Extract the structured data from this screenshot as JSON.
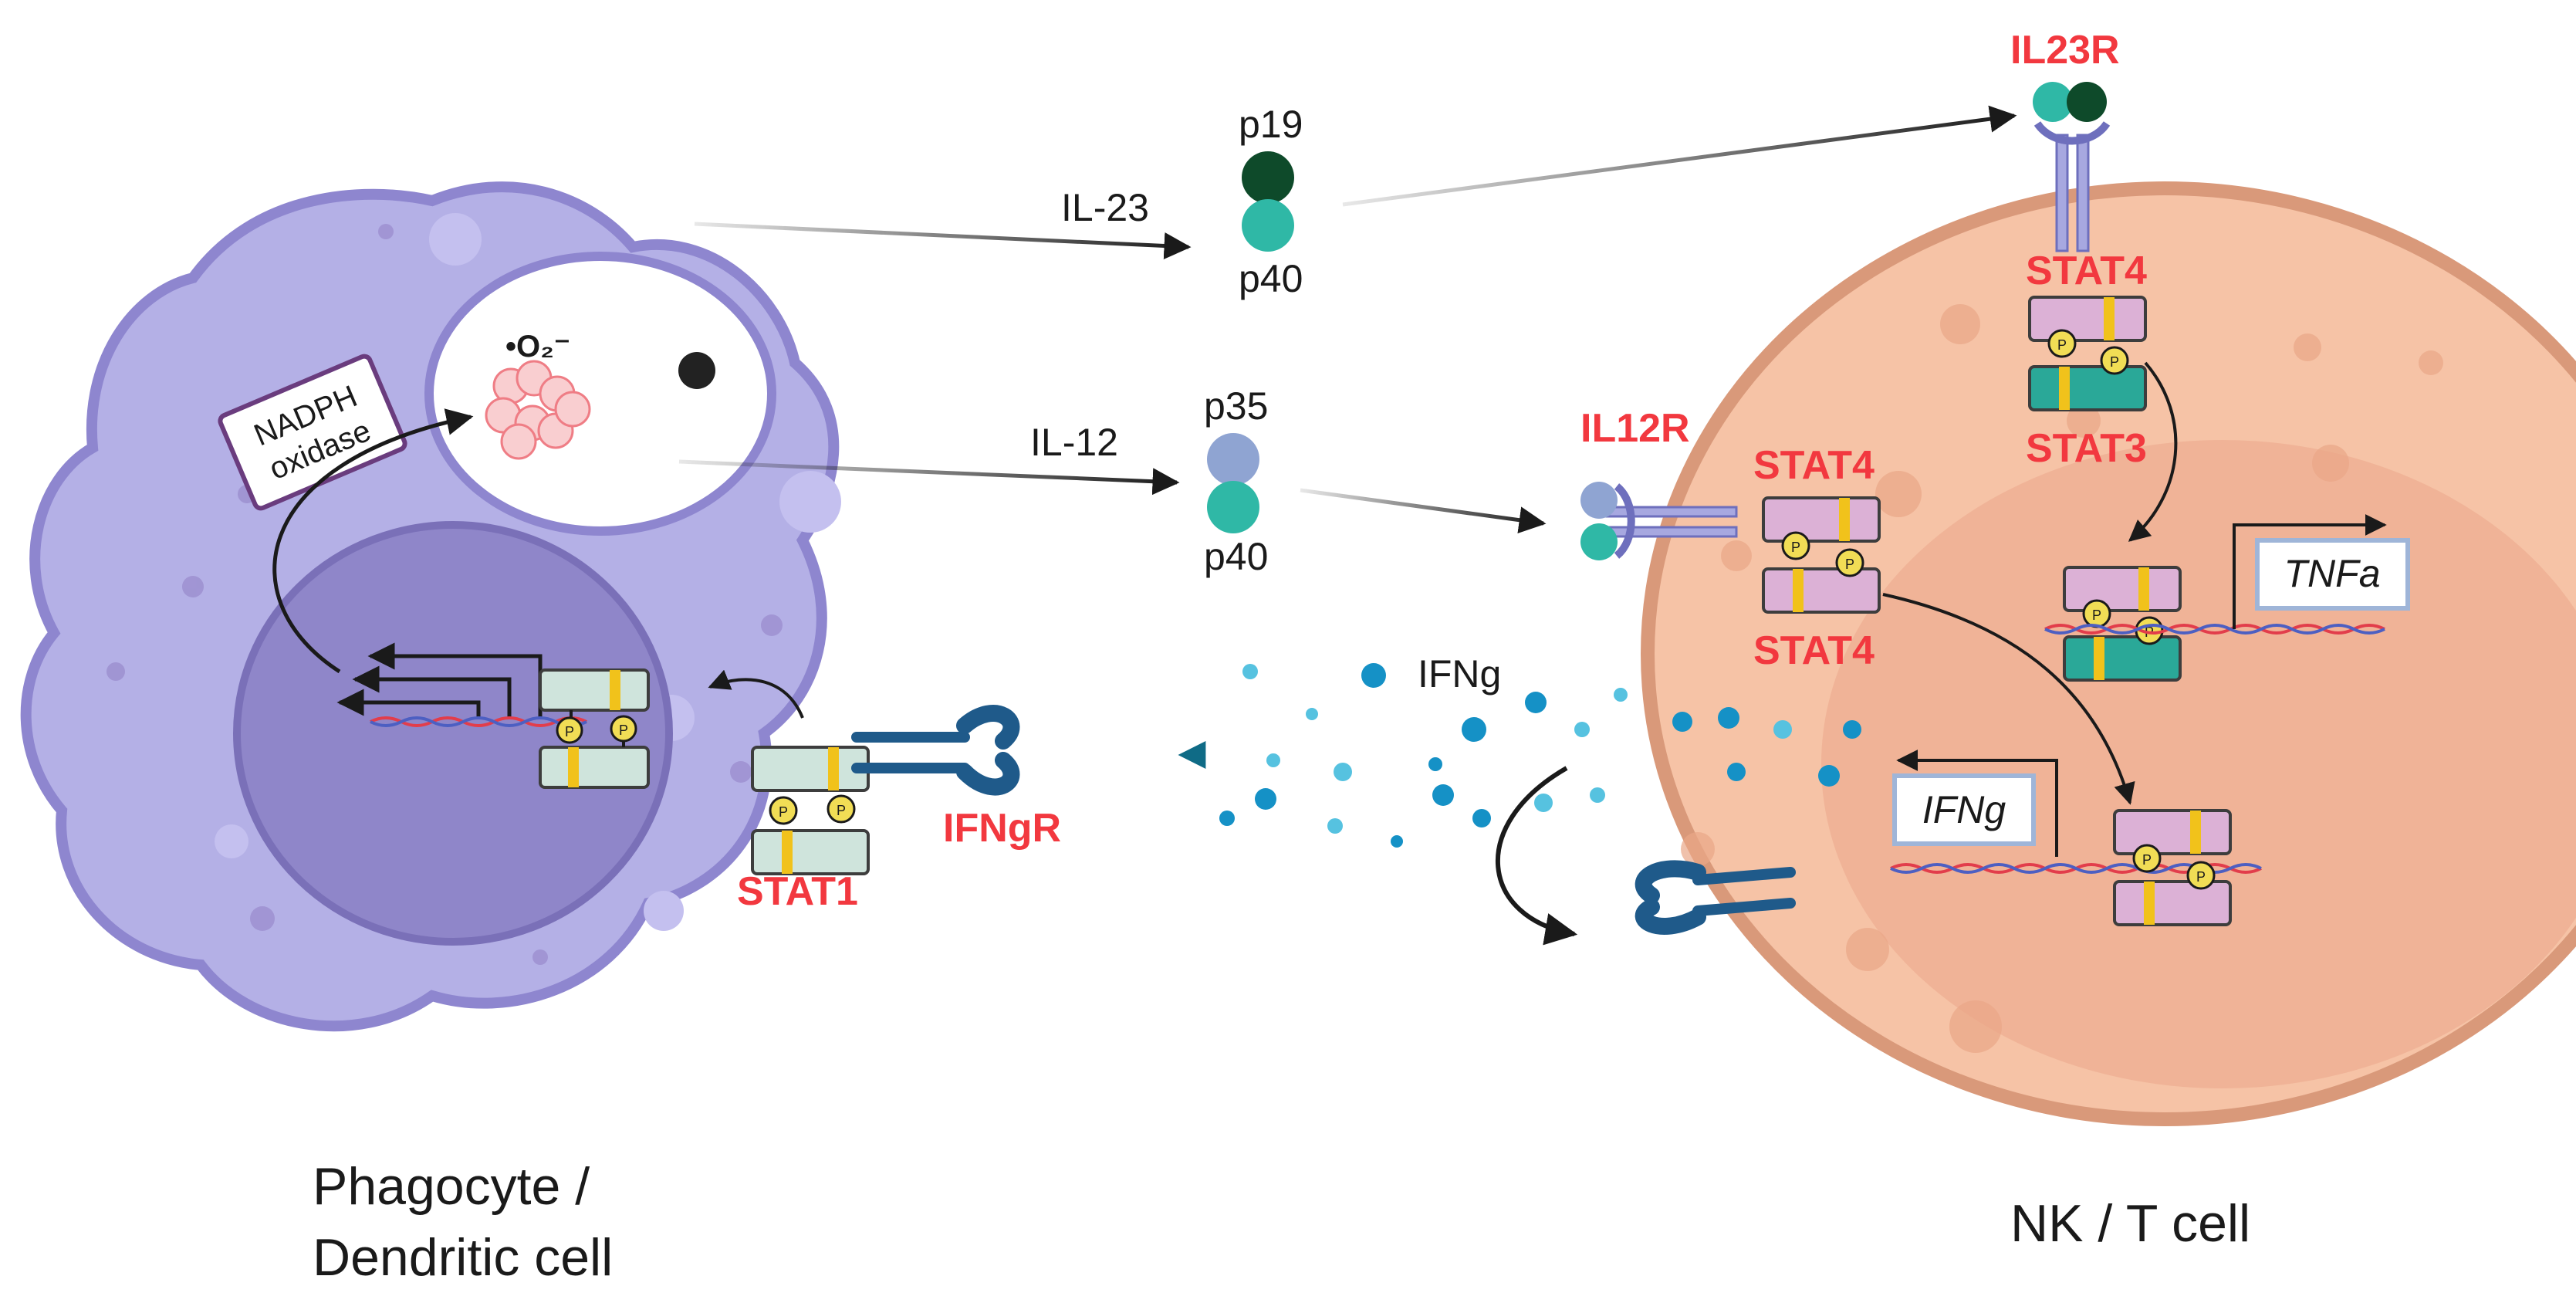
{
  "colors": {
    "phagocyte": "#b4b0e6",
    "phagocyte_nucleus": "#8f86c9",
    "nk_cell": "#f6c3a6",
    "nk_nucleus": "#efb094",
    "label_red": "#f2383f",
    "p19": "#0e4a2a",
    "p40": "#2fb8a6",
    "p35": "#8fa4d2",
    "ifng_dots": "#1591c6",
    "stat_pink": "#dcb1d6",
    "stat_teal": "#2aa898",
    "stat_pale": "#cfe4dc",
    "phospho_yellow": "#f1dd55"
  },
  "cells": {
    "left_label_line1": "Phagocyte /",
    "left_label_line2": "Dendritic cell",
    "right_label": "NK / T cell"
  },
  "phagocyte": {
    "nadph_line1": "NADPH",
    "nadph_line2": "oxidase",
    "superoxide": "•O₂⁻",
    "stat_label": "STAT1",
    "receptor_label": "IFNgR"
  },
  "cytokines": {
    "il23_label": "IL-23",
    "il23_top": "p19",
    "il23_bottom": "p40",
    "il12_label": "IL-12",
    "il12_top": "p35",
    "il12_bottom": "p40",
    "ifng_label": "IFNg"
  },
  "nk": {
    "il23r": "IL23R",
    "il12r": "IL12R",
    "stat4_top": "STAT4",
    "stat3": "STAT3",
    "stat4_a": "STAT4",
    "stat4_b": "STAT4",
    "tnfa_box": "TNFa",
    "ifng_box": "IFNg"
  },
  "phospho_mark": "P"
}
